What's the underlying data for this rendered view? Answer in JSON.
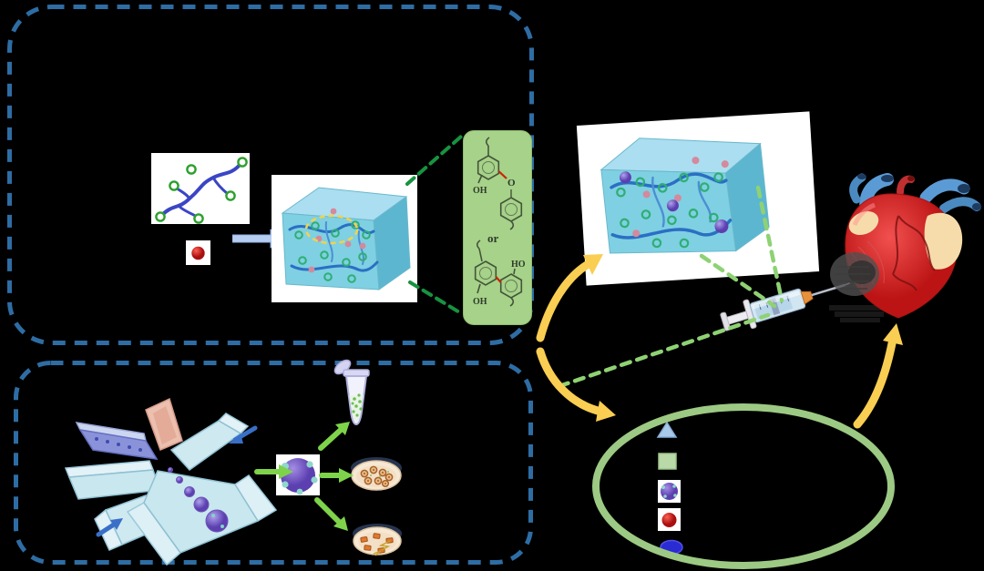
{
  "figure": {
    "background": "#000000",
    "sections": {
      "top_box": "hydrogel-formation-panel",
      "bottom_box": "microsphere-fabrication-panel",
      "right_area": "injection-and-heart-repair"
    }
  },
  "chemistry_panel": {
    "or_label": "or",
    "top_crosslink": {
      "oh_label": "OH",
      "o_label": "O"
    },
    "bottom_crosslink": {
      "ho_label": "HO",
      "oh_label": "OH"
    }
  },
  "colors": {
    "box_border_blue": "#2e6da4",
    "chem_panel_green": "#a6d289",
    "zoom_dash_dark_green": "#179340",
    "ray_dash_light_green": "#8ed273",
    "arrow_yellow": "#f9ce52",
    "cycle_ellipse_green": "#9cc983",
    "process_arrow_green": "#7ed34a",
    "flow_arrow_blue": "#3a6fc8",
    "crosslink_bond_red": "#cc2200",
    "hydrogel_cube_blue": "#7fd0e2",
    "polymer_chain_blue": "#2a6fc4",
    "phenol_ring_green": "#2fae74",
    "red_particle": "#d42020",
    "microsphere_purple": "#7a5fc8",
    "heart_red": "#c41818",
    "vessel_blue": "#5b9bd5"
  },
  "legend": {
    "items": [
      {
        "icon": "triangle-icon",
        "color": "#a9c9e8"
      },
      {
        "icon": "square-icon",
        "color": "#b9d9a9"
      },
      {
        "icon": "microsphere-icon",
        "color": "#7a5fc8"
      },
      {
        "icon": "red-particle-icon",
        "color": "#d42020"
      },
      {
        "icon": "oval-icon",
        "color": "#2b2bd4"
      }
    ]
  }
}
